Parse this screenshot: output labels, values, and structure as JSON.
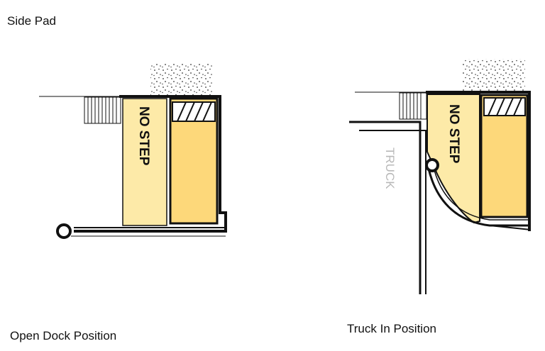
{
  "title": "Side Pad",
  "captions": {
    "open": "Open Dock Position",
    "truck": "Truck In Position"
  },
  "labels": {
    "no_step": "NO STEP",
    "truck": "TRUCK"
  },
  "colors": {
    "pad_light": "#fdeaa8",
    "pad_dark": "#fdd87a",
    "outline": "#111111",
    "truck_label": "#b8b8b8",
    "stipple": "#333333"
  }
}
